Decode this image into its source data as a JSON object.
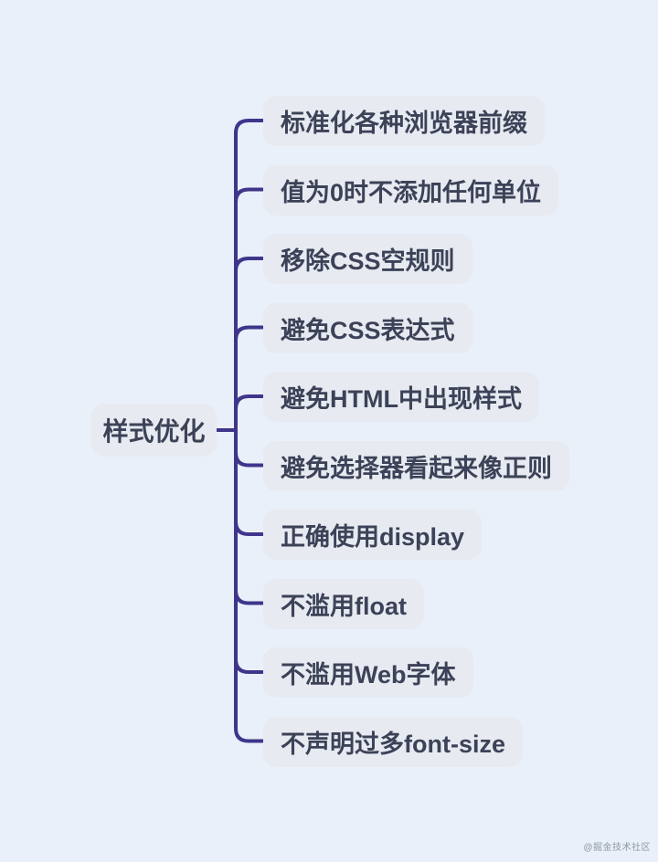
{
  "colors": {
    "bg": "#e9f0f9",
    "node-bg": "#e7eaf1",
    "text": "#3c4257",
    "line": "#3f358b",
    "watermark": "#8f97a8"
  },
  "mindmap": {
    "root": {
      "label": "样式优化"
    },
    "children": [
      {
        "label": "标准化各种浏览器前缀"
      },
      {
        "label": "值为0时不添加任何单位"
      },
      {
        "label": "移除CSS空规则"
      },
      {
        "label": "避免CSS表达式"
      },
      {
        "label": "避免HTML中出现样式"
      },
      {
        "label": "避免选择器看起来像正则"
      },
      {
        "label": "正确使用display"
      },
      {
        "label": "不滥用float"
      },
      {
        "label": "不滥用Web字体"
      },
      {
        "label": "不声明过多font-size"
      }
    ]
  },
  "watermark": "@掘金技术社区"
}
